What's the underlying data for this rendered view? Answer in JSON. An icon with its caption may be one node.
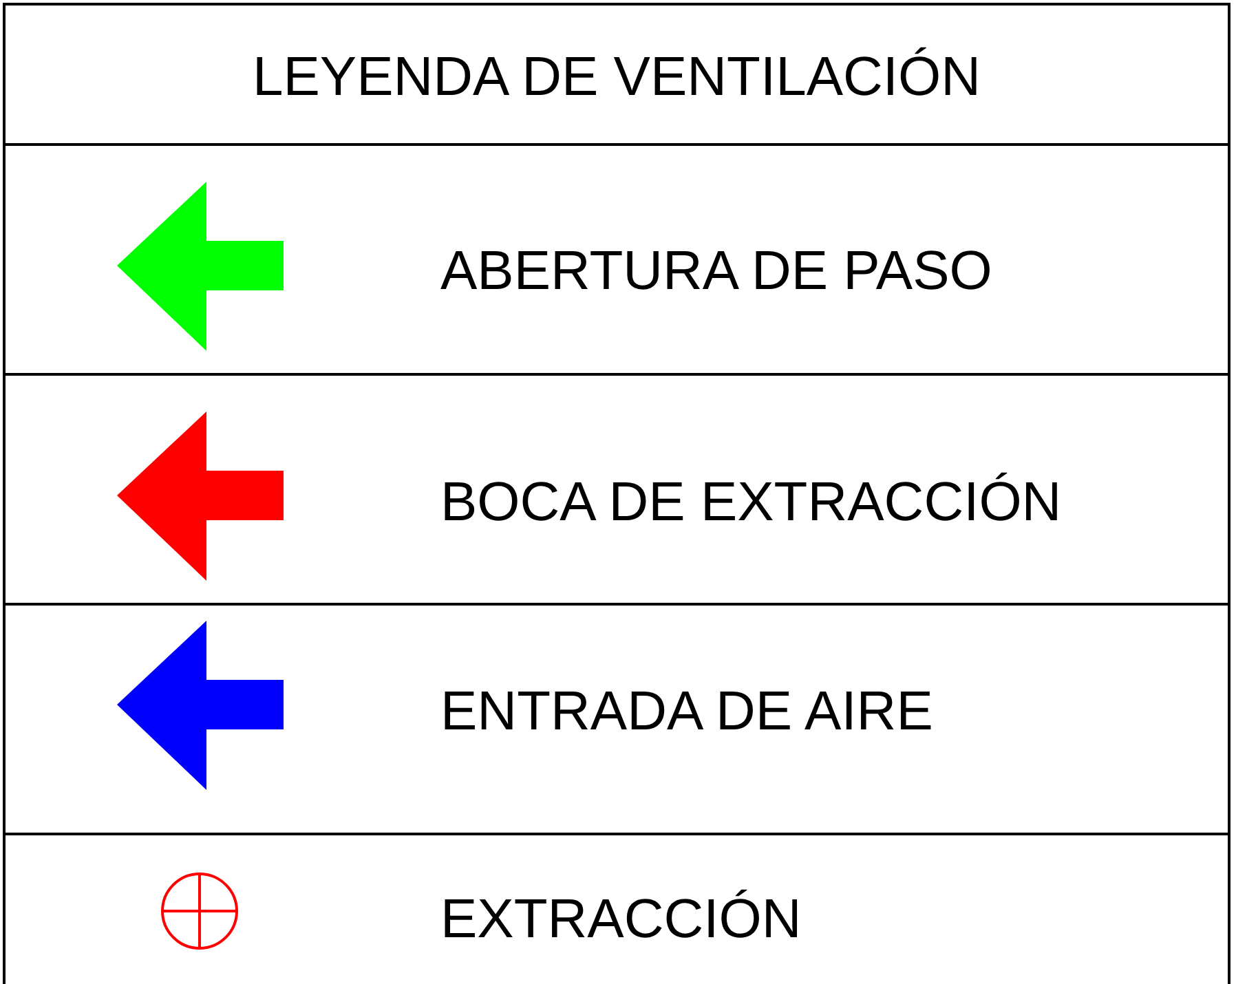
{
  "diagram": {
    "title": "LEYENDA DE VENTILACIÓN",
    "legend": [
      {
        "text": "ABERTURA DE PASO",
        "color": "#00ff00"
      },
      {
        "text": "BOCA DE EXTRACCIÓN",
        "color": "#ff0000"
      },
      {
        "text": "ENTRADA DE AIRE",
        "color": "#0000ff"
      },
      {
        "text": "EXTRACCIÓN",
        "color": "#ff0000"
      }
    ]
  }
}
